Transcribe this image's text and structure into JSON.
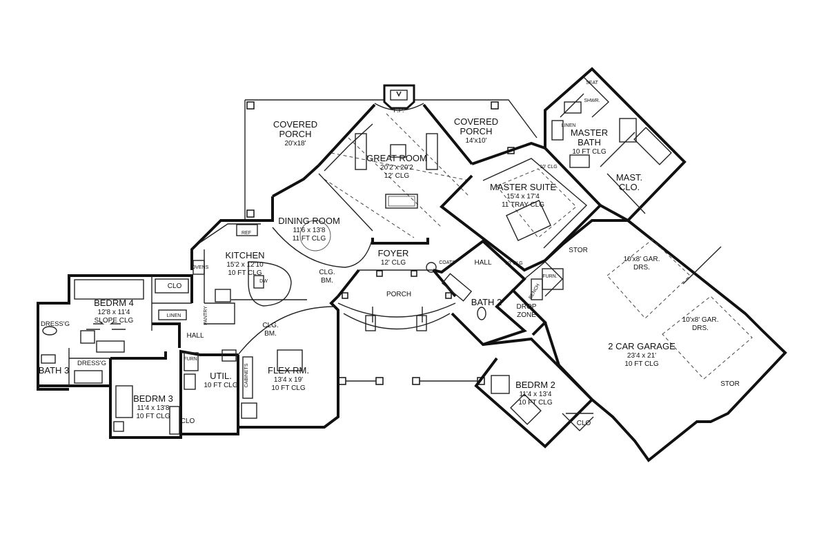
{
  "rooms": {
    "covered_porch_left": {
      "name": "COVERED",
      "name2": "PORCH",
      "dim": "20'x18'"
    },
    "covered_porch_right": {
      "name": "COVERED",
      "name2": "PORCH",
      "dim": "14'x10'"
    },
    "fireplace": {
      "name": "F.P."
    },
    "great_room": {
      "name": "GREAT ROOM",
      "dim": "20'2 x 20'2",
      "clg": "12' CLG"
    },
    "dining_room": {
      "name": "DINING ROOM",
      "dim": "11'6 x 13'8",
      "clg": "11 FT CLG"
    },
    "kitchen": {
      "name": "KITCHEN",
      "dim": "15'2 x 12'10",
      "clg": "10 FT CLG"
    },
    "foyer": {
      "name": "FOYER",
      "clg": "12' CLG"
    },
    "porch": {
      "name": "PORCH"
    },
    "master_suite": {
      "name": "MASTER SUITE",
      "dim": "15'4 x 17'4",
      "clg": "11 TRAY CLG"
    },
    "master_bath": {
      "name": "MASTER",
      "name2": "BATH",
      "clg": "10 FT CLG"
    },
    "master_closet": {
      "name": "MAST.",
      "name2": "CLO."
    },
    "hall_right": {
      "name": "HALL"
    },
    "bath2": {
      "name": "BATH 2"
    },
    "drop_zone": {
      "name": "DROP",
      "name2": "ZONE"
    },
    "bedroom2": {
      "name": "BEDRM 2",
      "dim": "11'4 x 13'4",
      "clg": "10 FT CLG"
    },
    "garage": {
      "name": "2 CAR GARAGE",
      "dim": "23'4 x 21'",
      "clg": "10 FT CLG"
    },
    "bedroom4": {
      "name": "BEDRM 4",
      "dim": "12'8 x 11'4",
      "clg": "SLOPE CLG"
    },
    "bedroom3": {
      "name": "BEDRM 3",
      "dim": "11'4 x 13'8",
      "clg": "10 FT CLG"
    },
    "bath3": {
      "name": "BATH 3"
    },
    "flex_room": {
      "name": "FLEX RM.",
      "dim": "13'4 x 19'",
      "clg": "10 FT CLG"
    },
    "utility": {
      "name": "UTIL.",
      "clg": "10 FT CLG"
    },
    "hall_left": {
      "name": "HALL"
    }
  },
  "labels": {
    "clo_bed4": "CLO",
    "clo_bed3": "CLO",
    "clo_bed2": "CLO",
    "linen_left": "LINEN",
    "linen_master": "LINEN",
    "pantry": "PANTRY",
    "dressing_left": "DRESS'G",
    "dressing_right": "DRESS'G",
    "furn_left": "FURN.",
    "furn_right": "FURN.",
    "coats": "COATS",
    "ref": "REF",
    "ovens": "OVENS",
    "dw": "DW",
    "stor_top": "STOR",
    "stor_bottom": "STOR",
    "gar_door1": "10'x8' GAR.",
    "gar_door1_b": "DRS.",
    "gar_door2": "10'x8' GAR.",
    "gar_door2_b": "DRS.",
    "clg_bm_kitchen": "CLG.",
    "clg_bm_kitchen_b": "BM.",
    "clg_bm_flex": "CLG.",
    "clg_bm_flex_b": "BM.",
    "seat": "SEAT",
    "shwr": "SHWR.",
    "clg10_a": "10' CLG",
    "clg10_b": "10' CLG",
    "bench": "BENCH",
    "cabinets": "CABINETS"
  }
}
